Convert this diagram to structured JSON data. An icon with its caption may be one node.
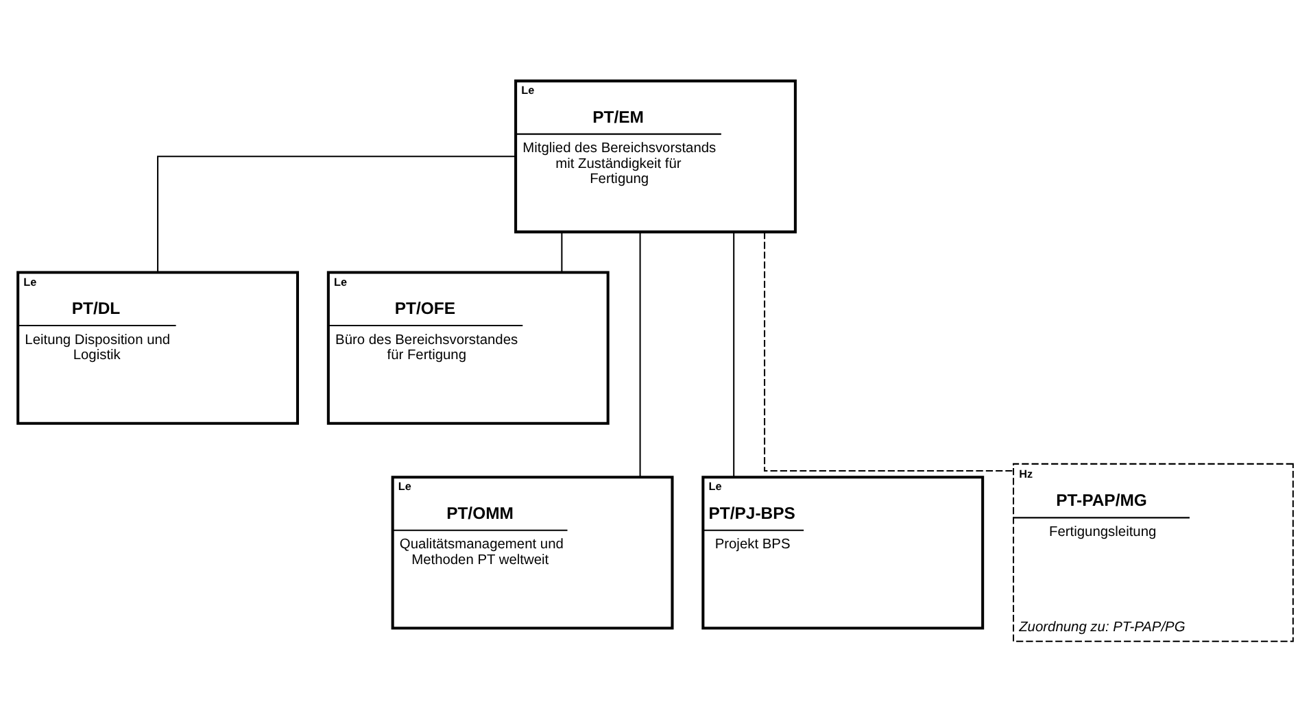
{
  "diagram": {
    "nodes": [
      {
        "text": [
          "Le",
          "PT/EM",
          "Mitglied des Bereichsvorstands mit Zuständigkeit für Fertigung"
        ]
      },
      {
        "text": [
          "Le",
          "PT/DL",
          "Leitung Disposition und Logistik"
        ]
      },
      {
        "text": [
          "Le",
          "PT/OFE",
          "Büro des Bereichsvorstandes für Fertigung"
        ]
      },
      {
        "text": [
          "Le",
          "PT/OMM",
          "Qualitätsmanagement und Methoden PT weltweit"
        ]
      },
      {
        "text": [
          "Le",
          "PT/PJ-BPS",
          "Projekt BPS"
        ]
      },
      {
        "text": [
          "Hz",
          "PT-PAP/MG",
          "Fertigungsleitung",
          "Zuordnung zu: PT-PAP/PG"
        ]
      }
    ],
    "edges": [
      {
        "from": 0,
        "to": 1,
        "arrow": "none"
      },
      {
        "from": 0,
        "to": 2,
        "arrow": "none"
      },
      {
        "from": 0,
        "to": 3,
        "arrow": "none"
      },
      {
        "from": 0,
        "to": 4,
        "arrow": "none"
      },
      {
        "from": 0,
        "to": 5,
        "arrow": "none",
        "style": "dashed"
      }
    ]
  }
}
